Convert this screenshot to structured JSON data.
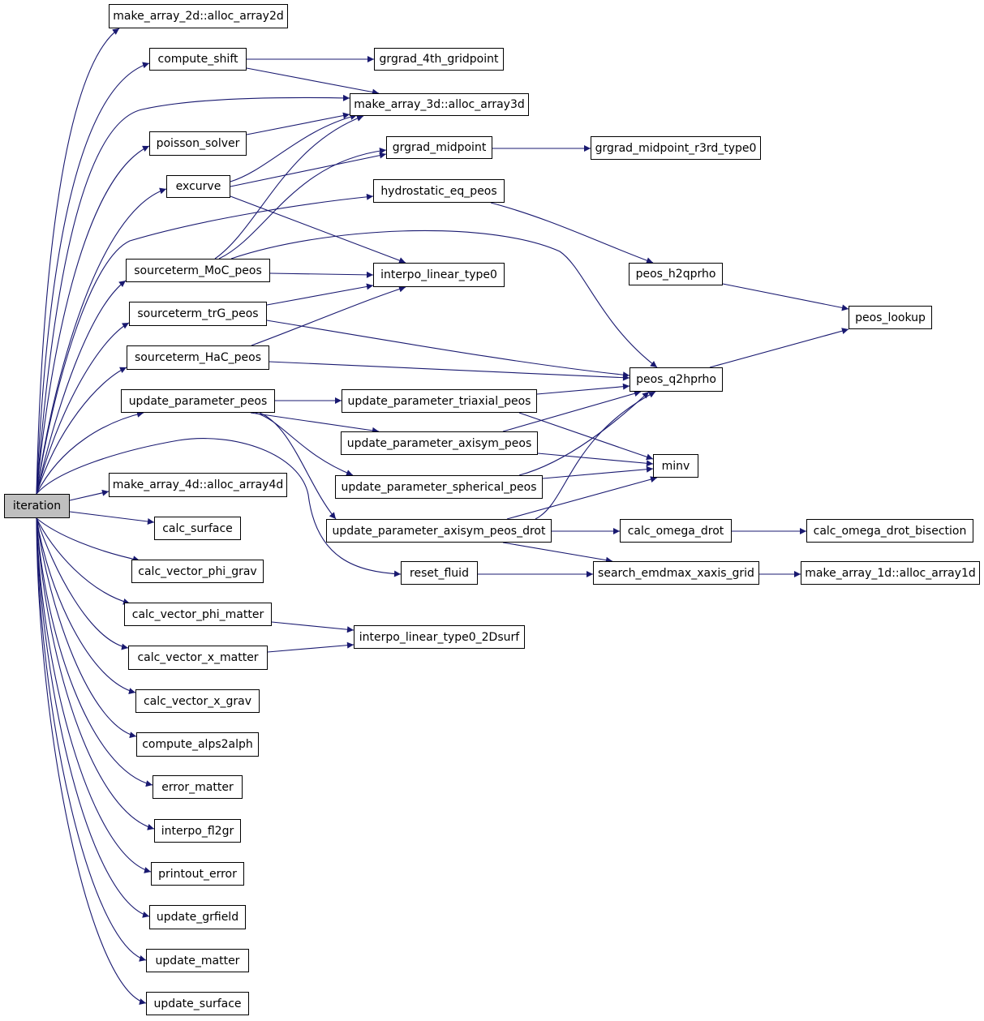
{
  "graph": {
    "edge_color": "#191970",
    "root_fill": "#bfbfbf",
    "nodes": {
      "iteration": "iteration",
      "alloc2d": "make_array_2d::alloc_array2d",
      "compute_shift": "compute_shift",
      "grgrad4": "grgrad_4th_gridpoint",
      "alloc3d": "make_array_3d::alloc_array3d",
      "poisson_solver": "poisson_solver",
      "grgrad_mid": "grgrad_midpoint",
      "grgrad_mid_r3": "grgrad_midpoint_r3rd_type0",
      "excurve": "excurve",
      "hydro_eq": "hydrostatic_eq_peos",
      "src_moc": "sourceterm_MoC_peos",
      "interpo_lin": "interpo_linear_type0",
      "peos_h2q": "peos_h2qprho",
      "src_trg": "sourceterm_trG_peos",
      "peos_lookup": "peos_lookup",
      "src_hac": "sourceterm_HaC_peos",
      "peos_q2h": "peos_q2hprho",
      "upd_param": "update_parameter_peos",
      "upd_tri": "update_parameter_triaxial_peos",
      "upd_axi": "update_parameter_axisym_peos",
      "minv": "minv",
      "upd_sph": "update_parameter_spherical_peos",
      "alloc4d": "make_array_4d::alloc_array4d",
      "calc_surface": "calc_surface",
      "upd_axi_drot": "update_parameter_axisym_peos_drot",
      "calc_omega": "calc_omega_drot",
      "calc_omega_bis": "calc_omega_drot_bisection",
      "phi_grav": "calc_vector_phi_grav",
      "reset_fluid": "reset_fluid",
      "search_emd": "search_emdmax_xaxis_grid",
      "alloc1d": "make_array_1d::alloc_array1d",
      "phi_matter": "calc_vector_phi_matter",
      "interpo_2d": "interpo_linear_type0_2Dsurf",
      "x_matter": "calc_vector_x_matter",
      "x_grav": "calc_vector_x_grav",
      "alps2alph": "compute_alps2alph",
      "error_matter": "error_matter",
      "interpo_fl2gr": "interpo_fl2gr",
      "printout_error": "printout_error",
      "upd_grfield": "update_grfield",
      "upd_matter": "update_matter",
      "upd_surface": "update_surface"
    }
  }
}
